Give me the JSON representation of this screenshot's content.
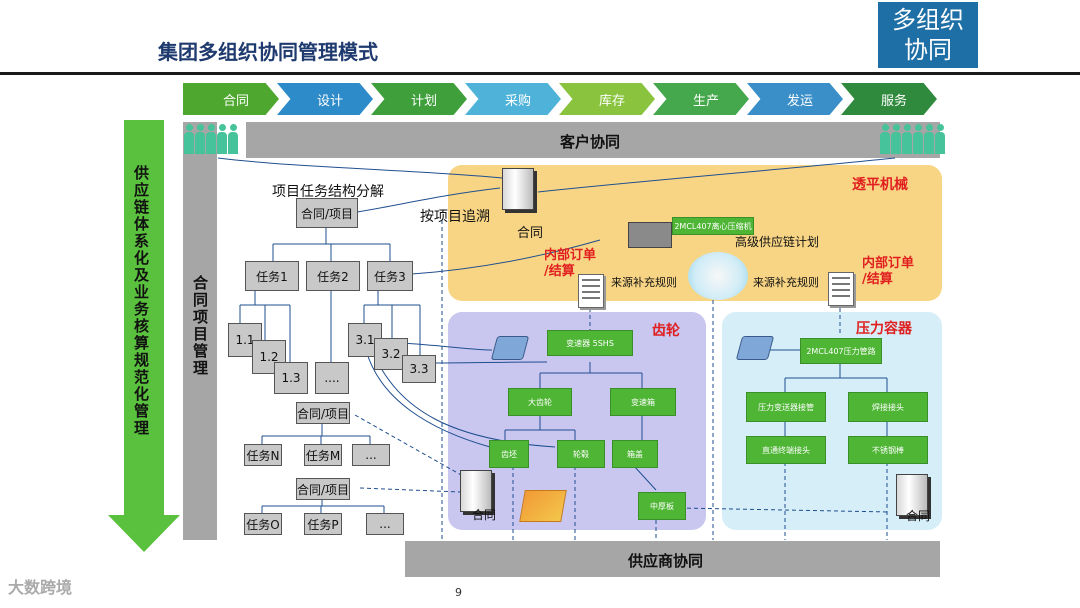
{
  "slide": {
    "title": "集团多组织协同管理模式",
    "badge_line1": "多组织",
    "badge_line2": "协同",
    "page_number": "9",
    "watermark": "大数跨境"
  },
  "process_steps": [
    "合同",
    "设计",
    "计划",
    "采购",
    "库存",
    "生产",
    "发运",
    "服务"
  ],
  "step_colors": [
    "#4ea72e",
    "#2e8bc9",
    "#3f9f3b",
    "#4fb3d9",
    "#8ac43f",
    "#46a84d",
    "#3a8fc9",
    "#2f8a3e"
  ],
  "bars": {
    "customer": "客户协同",
    "supplier": "供应商协同",
    "contract_project_mgmt": "合同项目管理",
    "supply_chain_norms": "供应链体系化及业务核算规范化管理"
  },
  "tree": {
    "title": "项目任务结构分解",
    "root": "合同/项目",
    "tasks": [
      "任务1",
      "任务2",
      "任务3"
    ],
    "sub1": [
      "1.1",
      "1.2",
      "1.3"
    ],
    "ellipsis": "....",
    "sub3": [
      "3.1",
      "3.2",
      "3.3"
    ],
    "root2": "合同/项目",
    "tasks2": [
      "任务N",
      "任务M",
      "..."
    ],
    "root3": "合同/项目",
    "tasks3": [
      "任务O",
      "任务P",
      "..."
    ]
  },
  "labels": {
    "trace": "按项目追溯",
    "contract": "合同",
    "adv_plan": "高级供应链计划",
    "supply_rule_left": "来源补充规则",
    "supply_rule_right": "来源补充规则",
    "internal_order_l1": "内部订单",
    "internal_order_l2": "/结算",
    "internal_order_r1": "内部订单",
    "internal_order_r2": "/结算",
    "contract_left": "合同",
    "contract_right": "合同"
  },
  "orgs": {
    "yellow": "透平机械",
    "purple": "齿轮",
    "blue": "压力容器"
  },
  "plant_yellow": "2MCL407离心压缩机",
  "purple_nodes": {
    "top": "变速器 5SHS",
    "mid_left": "大齿轮",
    "mid_right": "变速箱",
    "low_a": "齿坯",
    "low_b": "轮毂",
    "low_c": "箱盖",
    "bottom": "中厚板"
  },
  "blue_nodes": {
    "top": "2MCL407压力管路",
    "mid_left": "压力变送器接管",
    "mid_right": "焊接接头",
    "low_left": "直通终端接头",
    "low_right": "不锈钢棒"
  }
}
